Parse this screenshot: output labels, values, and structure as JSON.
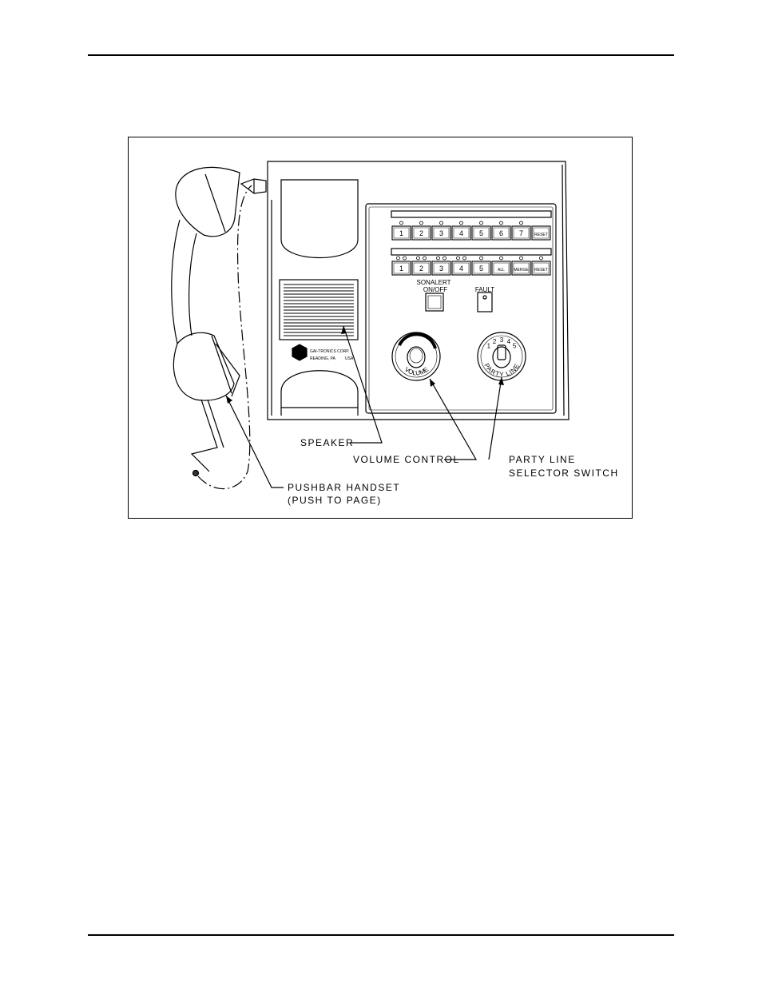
{
  "figure": {
    "panel_a_keys": [
      "1",
      "2",
      "3",
      "4",
      "5",
      "6",
      "7",
      "RESET"
    ],
    "panel_b_keys": [
      "1",
      "2",
      "3",
      "4",
      "5",
      "ALL",
      "MERGE",
      "RESET"
    ],
    "sonalert_label_line1": "SONALERT",
    "sonalert_label_line2": "ON/OFF",
    "fault_label": "FAULT",
    "volume_dial_label": "VOLUME",
    "party_line_dial_label": "PARTY LINE",
    "party_line_positions": [
      "1",
      "2",
      "3",
      "4",
      "5"
    ],
    "nameplate_line1": "GAI-TRONICS CORP.",
    "nameplate_line2": "READING, PA",
    "nameplate_line3": "USA",
    "callouts": {
      "speaker": "SPEAKER",
      "volume_control": "VOLUME CONTROL",
      "party_line_line1": "PARTY LINE",
      "party_line_line2": "SELECTOR SWITCH",
      "pushbar_line1": "PUSHBAR HANDSET",
      "pushbar_line2": "(PUSH TO PAGE)"
    }
  }
}
